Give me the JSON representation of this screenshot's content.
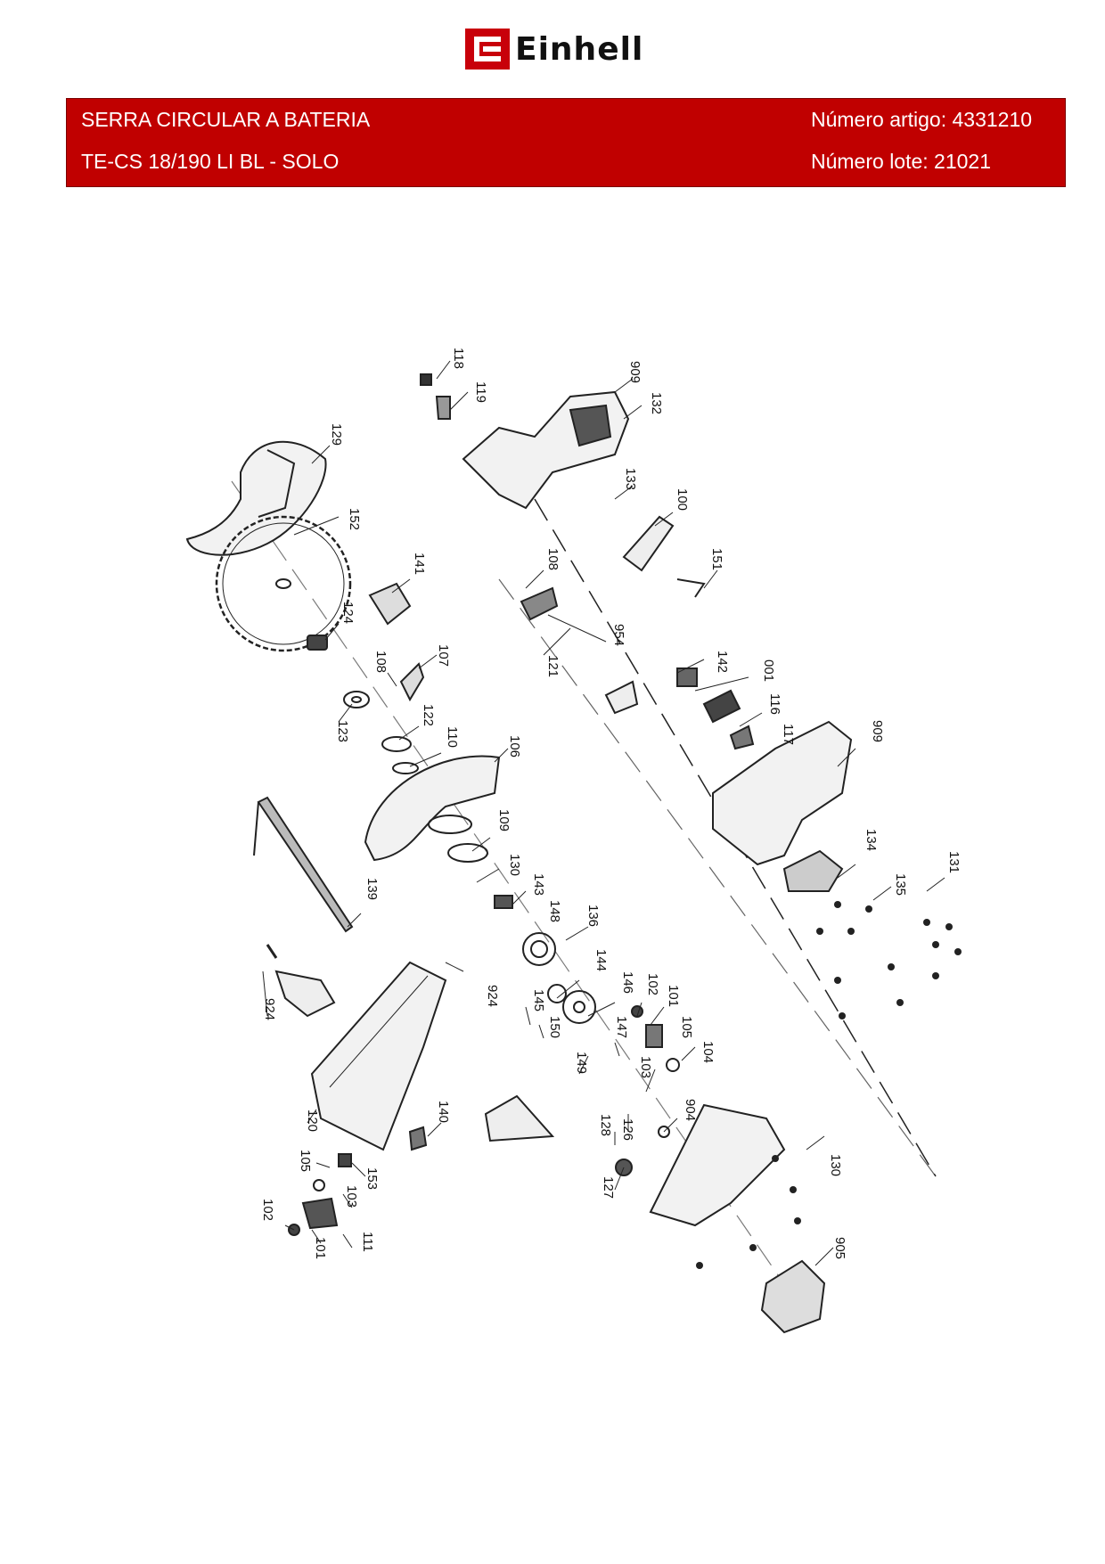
{
  "brand": {
    "logo_text": "Einhell",
    "brand_color": "#c00000"
  },
  "header": {
    "product": "SERRA CIRCULAR A BATERIA",
    "model": "TE-CS 18/190 LI BL - SOLO",
    "article": "Número artigo: 4331210",
    "lot": "Número lote: 21021"
  },
  "callouts": {
    "c118": "118",
    "c119": "119",
    "c909a": "909",
    "c132": "132",
    "c129": "129",
    "c133": "133",
    "c100": "100",
    "c152": "152",
    "c108a": "108",
    "c151": "151",
    "c141": "141",
    "c954": "954",
    "c124": "124",
    "c142": "142",
    "c001": "001",
    "c121": "121",
    "c108b": "108",
    "c107": "107",
    "c116": "116",
    "c117": "117",
    "c909b": "909",
    "c123": "123",
    "c122": "122",
    "c110": "110",
    "c106": "106",
    "c109": "109",
    "c134": "134",
    "c130a": "130",
    "c143": "143",
    "c131": "131",
    "c135": "135",
    "c139": "139",
    "c148": "148",
    "c136": "136",
    "c924a": "924",
    "c924b": "924",
    "c144": "144",
    "c146": "146",
    "c102a": "102",
    "c101a": "101",
    "c145": "145",
    "c150": "150",
    "c147": "147",
    "c105a": "105",
    "c104": "104",
    "c149": "149",
    "c103a": "103",
    "c140": "140",
    "c904": "904",
    "c120": "120",
    "c128": "128",
    "c126": "126",
    "c105b": "105",
    "c153": "153",
    "c127": "127",
    "c130b": "130",
    "c103b": "103",
    "c102b": "102",
    "c111": "111",
    "c101b": "101",
    "c905": "905"
  }
}
